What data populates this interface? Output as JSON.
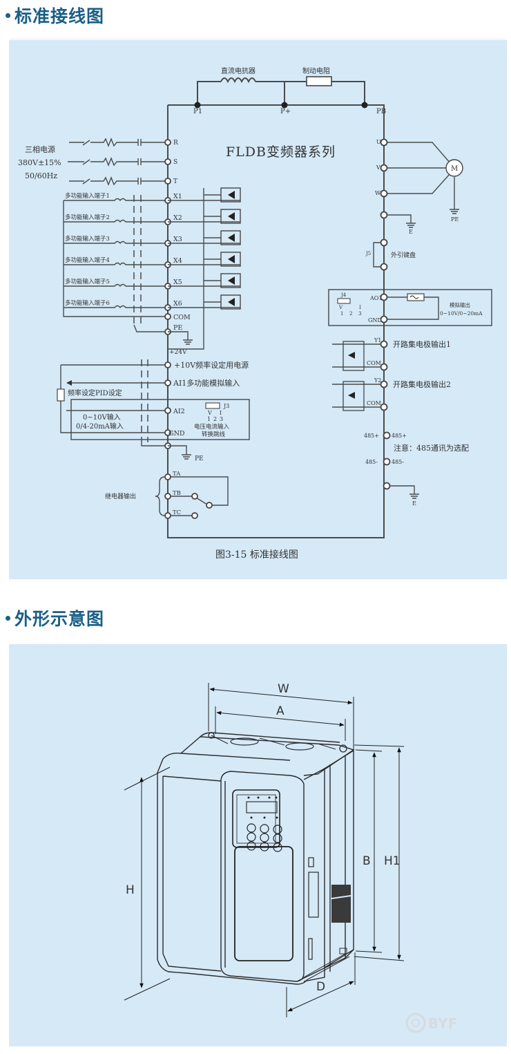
{
  "sections": {
    "wiring": {
      "title": "标准接线图"
    },
    "outline": {
      "title": "外形示意图"
    }
  },
  "wiring": {
    "series_title": "FLDB变频器系列",
    "caption": "图3-15  标准接线图",
    "dc_reactor": "直流电抗器",
    "brake_resistor": "制动电阻",
    "bus_terminals": [
      "P1",
      "P+",
      "PB"
    ],
    "power_input": {
      "label_lines": [
        "三相电源",
        "380V±15%",
        "50/60Hz"
      ],
      "terminals": [
        "R",
        "S",
        "T"
      ]
    },
    "digital_inputs": {
      "labels": [
        "多功能输入端子1",
        "多功能输入端子2",
        "多功能输入端子3",
        "多功能输入端子4",
        "多功能输入端子5",
        "多功能输入端子6"
      ],
      "terminals": [
        "X1",
        "X2",
        "X3",
        "X4",
        "X5",
        "X6"
      ],
      "common": "COM",
      "pe": "PE",
      "supply": "+24V"
    },
    "analog": {
      "ref_supply": "+10V频率设定用电源",
      "ai1": "AI1多功能模拟输入",
      "pid_label": "频率设定PID设定",
      "ai2": "AI2",
      "gnd": "GND",
      "range_lines": [
        "0~10V输入",
        "0/4-20mA输入"
      ],
      "jumper": "J3",
      "jumper_labels": [
        "V",
        "I"
      ],
      "jumper_pins": [
        "1",
        "2",
        "3"
      ],
      "jumper_desc": [
        "电压电流输入",
        "转换跳线"
      ],
      "pe": "PE"
    },
    "relay": {
      "label": "继电器输出",
      "terminals": [
        "TA",
        "TB",
        "TC"
      ]
    },
    "motor": {
      "terminals": [
        "U",
        "V",
        "W"
      ],
      "motor_label": "M",
      "pe": "PE",
      "earth": "E"
    },
    "keypad": {
      "jumper": "J5",
      "label": "外引键盘"
    },
    "analog_out": {
      "jumper": "J4",
      "jumper_labels": [
        "V",
        "I"
      ],
      "jumper_pins": [
        "1",
        "2",
        "3"
      ],
      "ao": "AO1",
      "gnd": "GND",
      "desc_lines": [
        "模拟输出",
        "0~10V/0~20mA"
      ]
    },
    "open_collector": [
      {
        "terminal": "Y1",
        "common": "COM",
        "label": "开路集电极输出1"
      },
      {
        "terminal": "Y2",
        "common": "COM",
        "label": "开路集电极输出2"
      }
    ],
    "rs485": {
      "plus": "485+",
      "minus": "485-",
      "note": "注意：485通讯为选配",
      "earth": "E"
    }
  },
  "outline": {
    "dimensions": {
      "W": "W",
      "A": "A",
      "H": "H",
      "B": "B",
      "H1": "H1",
      "D": "D"
    }
  },
  "watermark": "BYF"
}
